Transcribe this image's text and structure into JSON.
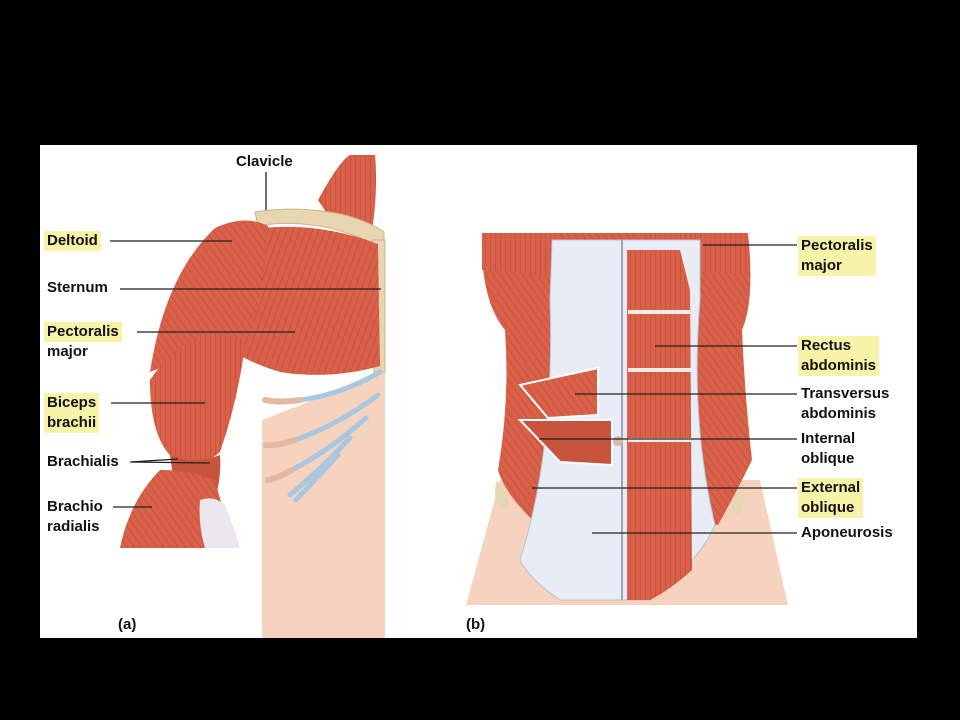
{
  "figure": {
    "panel_a_letter": "(a)",
    "panel_b_letter": "(b)",
    "panel_a_labels": {
      "clavicle": "Clavicle",
      "deltoid": "Deltoid",
      "sternum": "Sternum",
      "pectoralis_line1": "Pectoralis",
      "pectoralis_line2": "major",
      "biceps_line1": "Biceps",
      "biceps_line2": "brachii",
      "brachialis": "Brachialis",
      "brachio_line1": "Brachio",
      "brachio_line2": "radialis"
    },
    "panel_b_labels": {
      "pectoralis_line1": "Pectoralis",
      "pectoralis_line2": "major",
      "rectus_line1": "Rectus",
      "rectus_line2": "abdominis",
      "transversus_line1": "Transversus",
      "transversus_line2": "abdominis",
      "internal_line1": "Internal",
      "internal_line2": "oblique",
      "external_line1": "External",
      "external_line2": "oblique",
      "aponeurosis": "Aponeurosis"
    },
    "colors": {
      "background": "#000000",
      "panel": "#ffffff",
      "muscle": "#d9614a",
      "muscle_dark": "#b94a35",
      "skin": "#f6d3bf",
      "bone": "#e8d6b3",
      "fascia": "#e8ecf4",
      "cartilage": "#a9c7e0",
      "highlight": "#f7f3a8"
    }
  }
}
